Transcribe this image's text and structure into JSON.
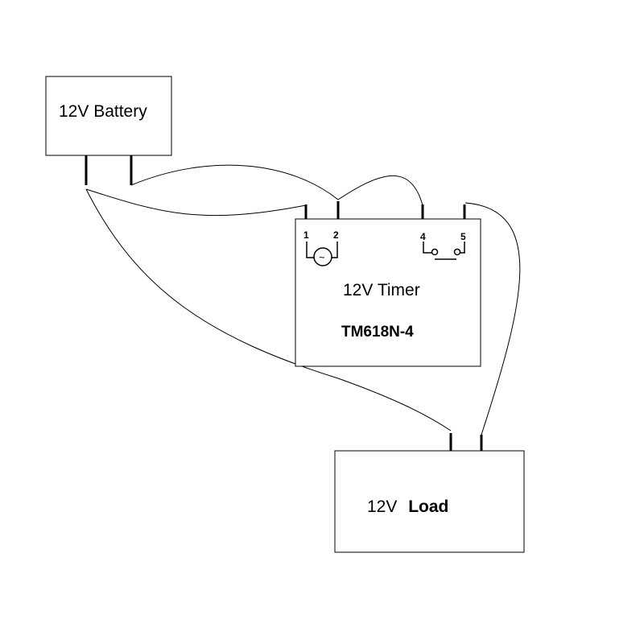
{
  "battery": {
    "label": "12V Battery"
  },
  "timer": {
    "label": "12V Timer",
    "model": "TM618N-4",
    "pins": {
      "p1": "1",
      "p2": "2",
      "p4": "4",
      "p5": "5"
    },
    "coil_symbol": "~"
  },
  "load": {
    "label_prefix": "12V",
    "label_bold": "Load"
  }
}
